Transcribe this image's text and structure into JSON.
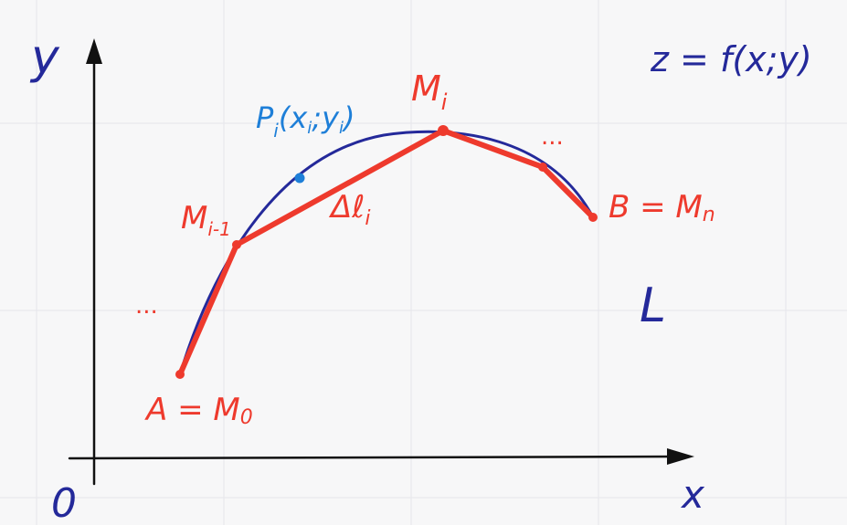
{
  "colors": {
    "background": "#f7f7f8",
    "grid": "#e6e6ea",
    "curve": "#24299a",
    "polyline": "#ee3a2d",
    "point_p": "#1e7fd8",
    "axis": "#111111"
  },
  "labels": {
    "axis_y": "y",
    "axis_x": "x",
    "origin": "0",
    "function": "z = f(x;y)",
    "p_main": "P",
    "p_sub": "i",
    "p_coords_1": "(x",
    "p_coords_sub1": "i",
    "p_coords_2": ";y",
    "p_coords_sub2": "i",
    "p_coords_3": ")",
    "m_i_main": "M",
    "m_i_sub": "i",
    "m_im1_main": "M",
    "m_im1_sub": "i-1",
    "delta_l_main": "Δℓ",
    "delta_l_sub": "i",
    "start_label_main": "A = M",
    "start_label_sub": "0",
    "end_label_main": "B = M",
    "end_label_sub": "n",
    "ellipsis_left": "...",
    "ellipsis_right": "...",
    "curve_name": "L"
  }
}
